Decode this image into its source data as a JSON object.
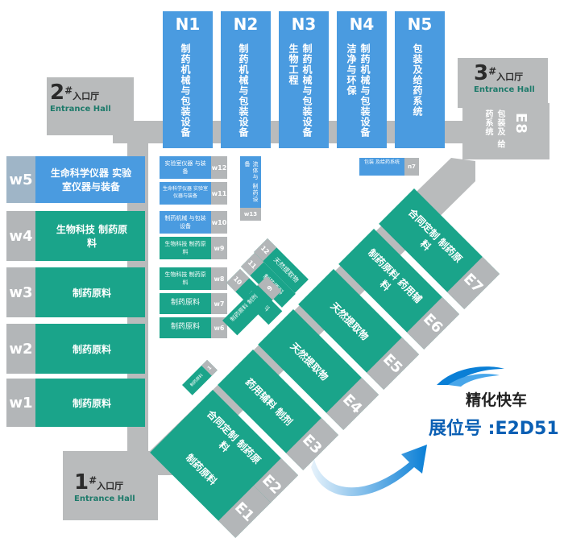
{
  "north": [
    {
      "code": "N1",
      "text": "制药机械与包装设备"
    },
    {
      "code": "N2",
      "text": "制药机械与包装设备"
    },
    {
      "code": "N3",
      "text": "制药机械与包装设备 生物工程"
    },
    {
      "code": "N4",
      "text": "制药机械与包装设备 洁净与环保"
    },
    {
      "code": "N5",
      "text": "包装及给药系统"
    }
  ],
  "entrances": [
    {
      "num": "2",
      "sup": "#",
      "cn": "入口厅",
      "en": "Entrance Hall"
    },
    {
      "num": "3",
      "sup": "#",
      "cn": "入口厅",
      "en": "Entrance Hall"
    },
    {
      "num": "1",
      "sup": "#",
      "cn": "入口厅",
      "en": "Entrance Hall"
    }
  ],
  "e8": {
    "code": "E8",
    "text": "包装及 给药系统"
  },
  "west": [
    {
      "code": "w5",
      "text": "生命科学仪器 实验室仪器与装备"
    },
    {
      "code": "w4",
      "text": "生物科技 制药原料"
    },
    {
      "code": "w3",
      "text": "制药原料"
    },
    {
      "code": "w2",
      "text": "制药原料"
    },
    {
      "code": "w1",
      "text": "制药原料"
    }
  ],
  "inner_w": [
    {
      "code": "w12",
      "text": "实验室仪器 与装备"
    },
    {
      "code": "w11",
      "text": "生命科学仪器 实验室仪器与装备"
    },
    {
      "code": "w10",
      "text": "制药机械 与包装设备"
    },
    {
      "code": "w9",
      "text": "生物科技 制药原料"
    },
    {
      "code": "w8",
      "text": "生物科技 制药原料"
    },
    {
      "code": "w7",
      "text": "制药原料"
    },
    {
      "code": "w6",
      "text": "制药原料"
    }
  ],
  "w13": {
    "code": "w13",
    "text": "流体与 制药设备"
  },
  "n7": {
    "code": "n7",
    "text": "包装 及给药系统"
  },
  "diag_small": [
    {
      "code": "12",
      "text": "天然提取物"
    },
    {
      "code": "11",
      "text": "制药原料"
    },
    {
      "code": "10",
      "text": "制药原料"
    },
    {
      "code": "9",
      "text": "制药原料 制剂"
    },
    {
      "code": "1",
      "text": "制药原料"
    }
  ],
  "east": [
    {
      "code": "E7",
      "text": "合同定制 制药原料"
    },
    {
      "code": "E6",
      "text": "制药原料 药用辅料"
    },
    {
      "code": "E5",
      "text": "天然提取物"
    },
    {
      "code": "E4",
      "text": "天然提取物"
    },
    {
      "code": "E3",
      "text": "药用辅料 制剂"
    },
    {
      "code": "E2",
      "text": "合同定制 制药原料"
    },
    {
      "code": "E1",
      "text": "制药原料"
    }
  ],
  "brand": {
    "name": "精化快车",
    "booth": "展位号 :E2D51"
  },
  "colors": {
    "green": "#1aa48a",
    "blue": "#4a9be0",
    "grey": "#b9bbbc",
    "code_grey": "#b3b6b8"
  }
}
